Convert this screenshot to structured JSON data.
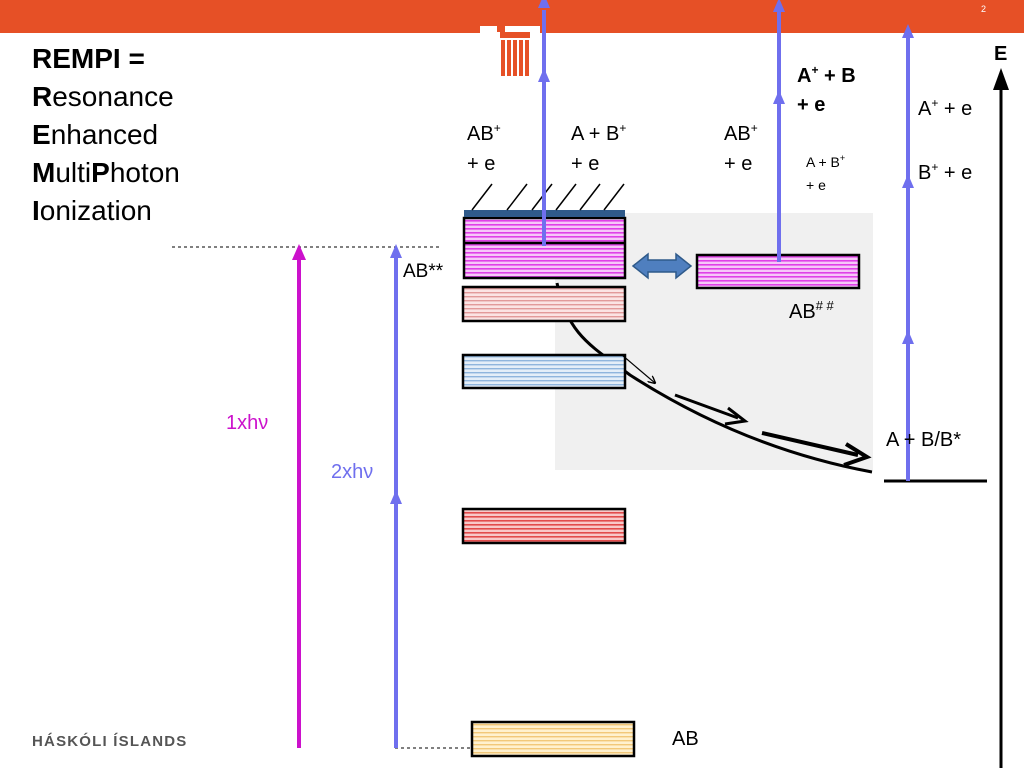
{
  "slide_number": "2",
  "title": {
    "line1": "REMPI =",
    "resonance": {
      "initial": "R",
      "rest": "esonance"
    },
    "enhanced": {
      "initial": "E",
      "rest": "nhanced"
    },
    "multiphoton": {
      "initial1": "M",
      "mid": "ulti",
      "initial2": "P",
      "rest": "hoton"
    },
    "ionization": {
      "initial": "I",
      "rest": "onization"
    }
  },
  "footer": "HÁSKÓLI ÍSLANDS",
  "diagram": {
    "energy_axis_label": "E",
    "levels": {
      "ground": "AB",
      "superexcited": "AB**",
      "doubly_excited": "AB",
      "doubly_excited_sup": "# #",
      "dissociation_limit": "A + B/B*"
    },
    "photon_labels": {
      "one_photon": "1xhν",
      "two_photon": "2xhν"
    },
    "ion_channels": {
      "ab_plus_e_1": {
        "line1": "AB",
        "sup": "+",
        "line2": "+ e"
      },
      "a_b_plus_e_1": {
        "line1": "A + B",
        "sup": "+",
        "line2": "+ e"
      },
      "ab_plus_e_2": {
        "line1": "AB",
        "sup": "+",
        "line2": "+ e"
      },
      "a_b_plus_e_2": {
        "line1": "A + B",
        "sup": "+",
        "line2": "+ e"
      },
      "a_plus_b_e_bold": {
        "line1a": "A",
        "sup": "+",
        "line1b": " + B",
        "line2": "+ e"
      },
      "a_plus_e": {
        "a": "A",
        "sup": "+",
        "rest": " + e"
      },
      "b_plus_e": {
        "a": "B",
        "sup": "+",
        "rest": " + e"
      }
    },
    "colors": {
      "topbar": "#E65026",
      "photon_blue": "#6F6FEE",
      "photon_magenta": "#CC11CC",
      "magenta_level": "#E040E8",
      "pink_level": "#E29A9A",
      "blue_level": "#8FB5DD",
      "red_level": "#E24B4B",
      "ground_level": "#FFE3A6",
      "coupling_arrow": "#4F7FBF"
    }
  }
}
